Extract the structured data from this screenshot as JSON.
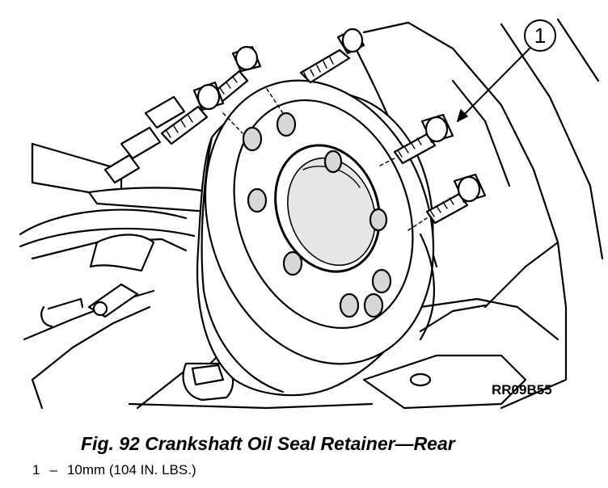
{
  "figure": {
    "callout": "1",
    "ref_code": "RR09B55"
  },
  "caption": "Fig. 92 Crankshaft Oil Seal Retainer—Rear",
  "legend": [
    {
      "number": "1",
      "dash": "–",
      "text": "10mm (104 IN. LBS.)"
    }
  ]
}
